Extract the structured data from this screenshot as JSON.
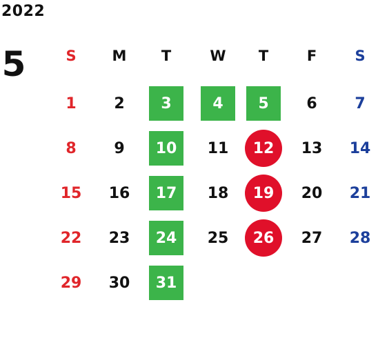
{
  "year": "2022",
  "month": "5",
  "colors": {
    "sunday": "#e0252a",
    "saturday": "#1c3f9b",
    "highlight_square": "#3cb44a",
    "highlight_circle": "#e0102a",
    "text": "#111111"
  },
  "weekdays": [
    {
      "label": "S",
      "type": "sun"
    },
    {
      "label": "M",
      "type": "normal"
    },
    {
      "label": "T",
      "type": "normal"
    },
    {
      "label": "W",
      "type": "normal"
    },
    {
      "label": "T",
      "type": "normal"
    },
    {
      "label": "F",
      "type": "normal"
    },
    {
      "label": "S",
      "type": "sat"
    }
  ],
  "weeks": [
    [
      {
        "day": "1",
        "mark": "none"
      },
      {
        "day": "2",
        "mark": "none"
      },
      {
        "day": "3",
        "mark": "green-square"
      },
      {
        "day": "4",
        "mark": "green-square"
      },
      {
        "day": "5",
        "mark": "green-square"
      },
      {
        "day": "6",
        "mark": "none"
      },
      {
        "day": "7",
        "mark": "none"
      }
    ],
    [
      {
        "day": "8",
        "mark": "none"
      },
      {
        "day": "9",
        "mark": "none"
      },
      {
        "day": "10",
        "mark": "green-square"
      },
      {
        "day": "11",
        "mark": "none"
      },
      {
        "day": "12",
        "mark": "red-circle"
      },
      {
        "day": "13",
        "mark": "none"
      },
      {
        "day": "14",
        "mark": "none"
      }
    ],
    [
      {
        "day": "15",
        "mark": "none"
      },
      {
        "day": "16",
        "mark": "none"
      },
      {
        "day": "17",
        "mark": "green-square"
      },
      {
        "day": "18",
        "mark": "none"
      },
      {
        "day": "19",
        "mark": "red-circle"
      },
      {
        "day": "20",
        "mark": "none"
      },
      {
        "day": "21",
        "mark": "none"
      }
    ],
    [
      {
        "day": "22",
        "mark": "none"
      },
      {
        "day": "23",
        "mark": "none"
      },
      {
        "day": "24",
        "mark": "green-square"
      },
      {
        "day": "25",
        "mark": "none"
      },
      {
        "day": "26",
        "mark": "red-circle"
      },
      {
        "day": "27",
        "mark": "none"
      },
      {
        "day": "28",
        "mark": "none"
      }
    ],
    [
      {
        "day": "29",
        "mark": "none"
      },
      {
        "day": "30",
        "mark": "none"
      },
      {
        "day": "31",
        "mark": "green-square"
      }
    ]
  ]
}
